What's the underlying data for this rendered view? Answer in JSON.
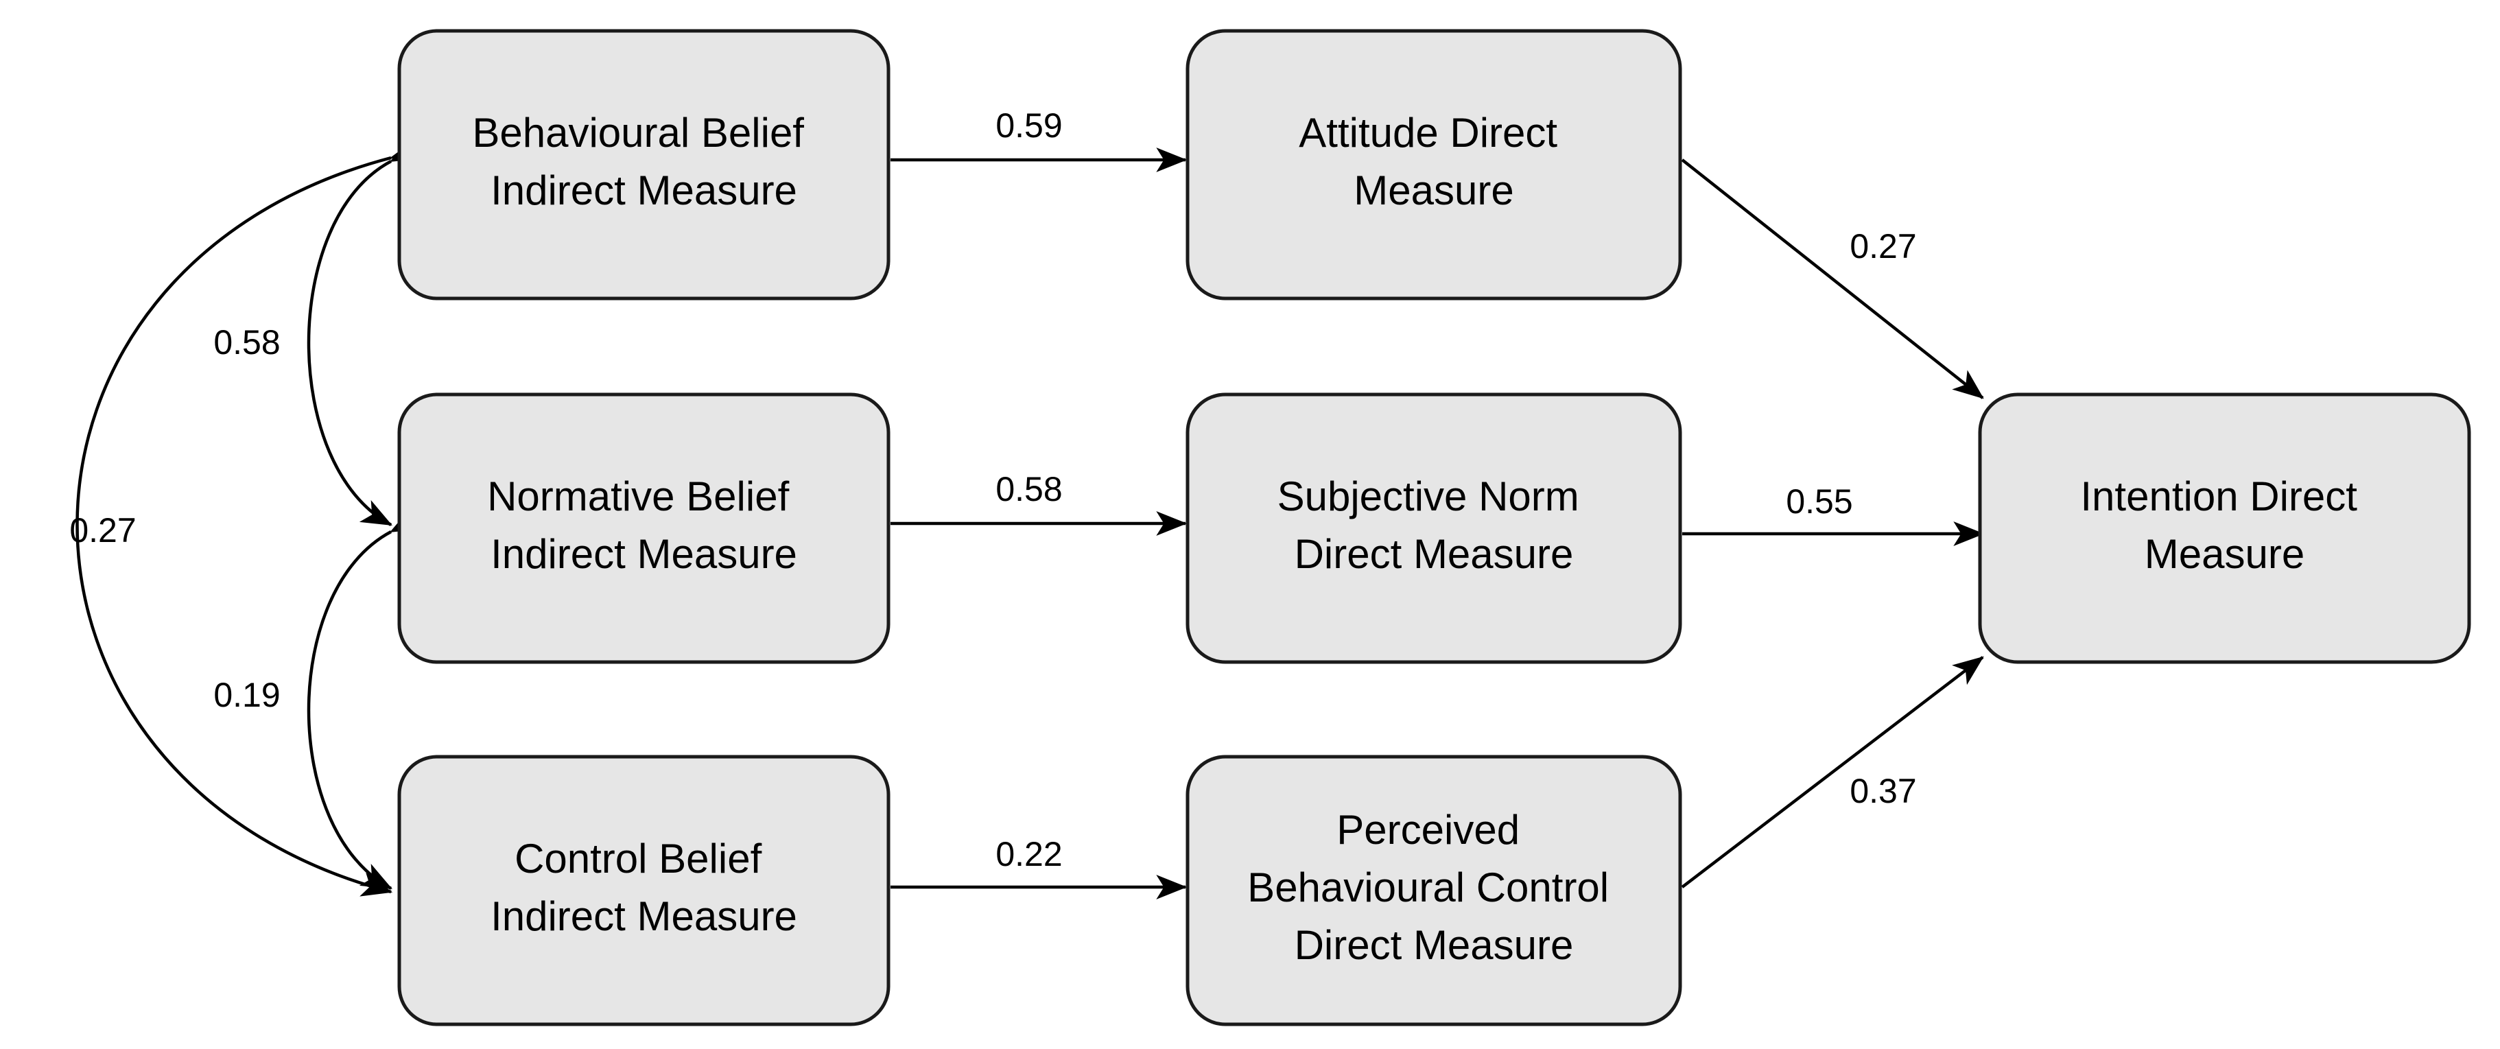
{
  "diagram": {
    "nodes": {
      "behavioural_belief": {
        "lines": [
          "Behavioural Belief",
          "Indirect Measure"
        ]
      },
      "normative_belief": {
        "lines": [
          "Normative Belief",
          "Indirect Measure"
        ]
      },
      "control_belief": {
        "lines": [
          "Control Belief",
          "Indirect Measure"
        ]
      },
      "attitude": {
        "lines": [
          "Attitude Direct",
          "Measure"
        ]
      },
      "subjective_norm": {
        "lines": [
          "Subjective Norm",
          "Direct Measure"
        ]
      },
      "perceived_control": {
        "lines": [
          "Perceived",
          "Behavioural Control",
          "Direct Measure"
        ]
      },
      "intention": {
        "lines": [
          "Intention Direct",
          "Measure"
        ]
      }
    },
    "paths": {
      "behavioural_to_attitude": "0.59",
      "normative_to_subjective": "0.58",
      "control_to_perceived": "0.22",
      "attitude_to_intention": "0.27",
      "subjective_to_intention": "0.55",
      "perceived_to_intention": "0.37"
    },
    "correlations": {
      "behavioural_normative": "0.58",
      "normative_control": "0.19",
      "behavioural_control": "0.27"
    },
    "colors": {
      "box_fill": "#e6e6e6",
      "box_stroke": "#1a1a1a",
      "line": "#000000"
    }
  }
}
